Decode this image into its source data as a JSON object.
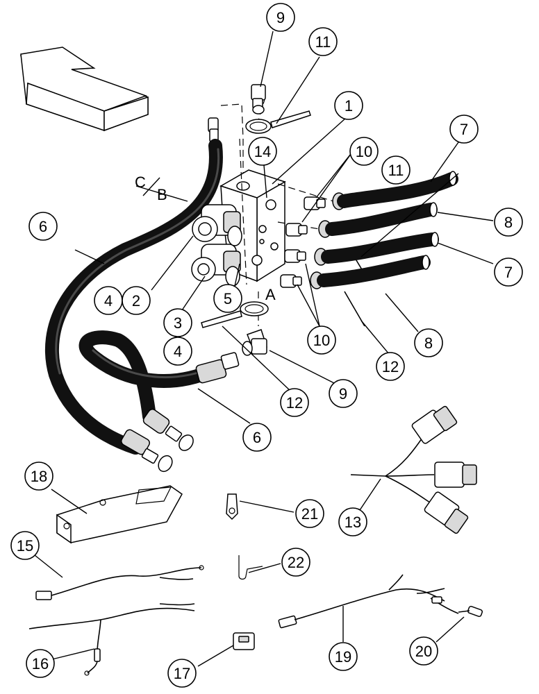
{
  "diagram": {
    "callouts": {
      "c1": "1",
      "c2": "2",
      "c3": "3",
      "c4a": "4",
      "c4b": "4",
      "c5": "5",
      "c6a": "6",
      "c6b": "6",
      "c7a": "7",
      "c7b": "7",
      "c8a": "8",
      "c8b": "8",
      "c9a": "9",
      "c9b": "9",
      "c10a": "10",
      "c10b": "10",
      "c11a": "11",
      "c11b": "11",
      "c12a": "12",
      "c12b": "12",
      "c13": "13",
      "c14": "14",
      "c15": "15",
      "c16": "16",
      "c17": "17",
      "c18": "18",
      "c19": "19",
      "c20": "20",
      "c21": "21",
      "c22": "22"
    },
    "port_labels": {
      "cb": "C",
      "cb_b": "B",
      "a": "A"
    },
    "colors": {
      "line": "#000000",
      "hose": "#111111",
      "background": "#ffffff"
    }
  }
}
